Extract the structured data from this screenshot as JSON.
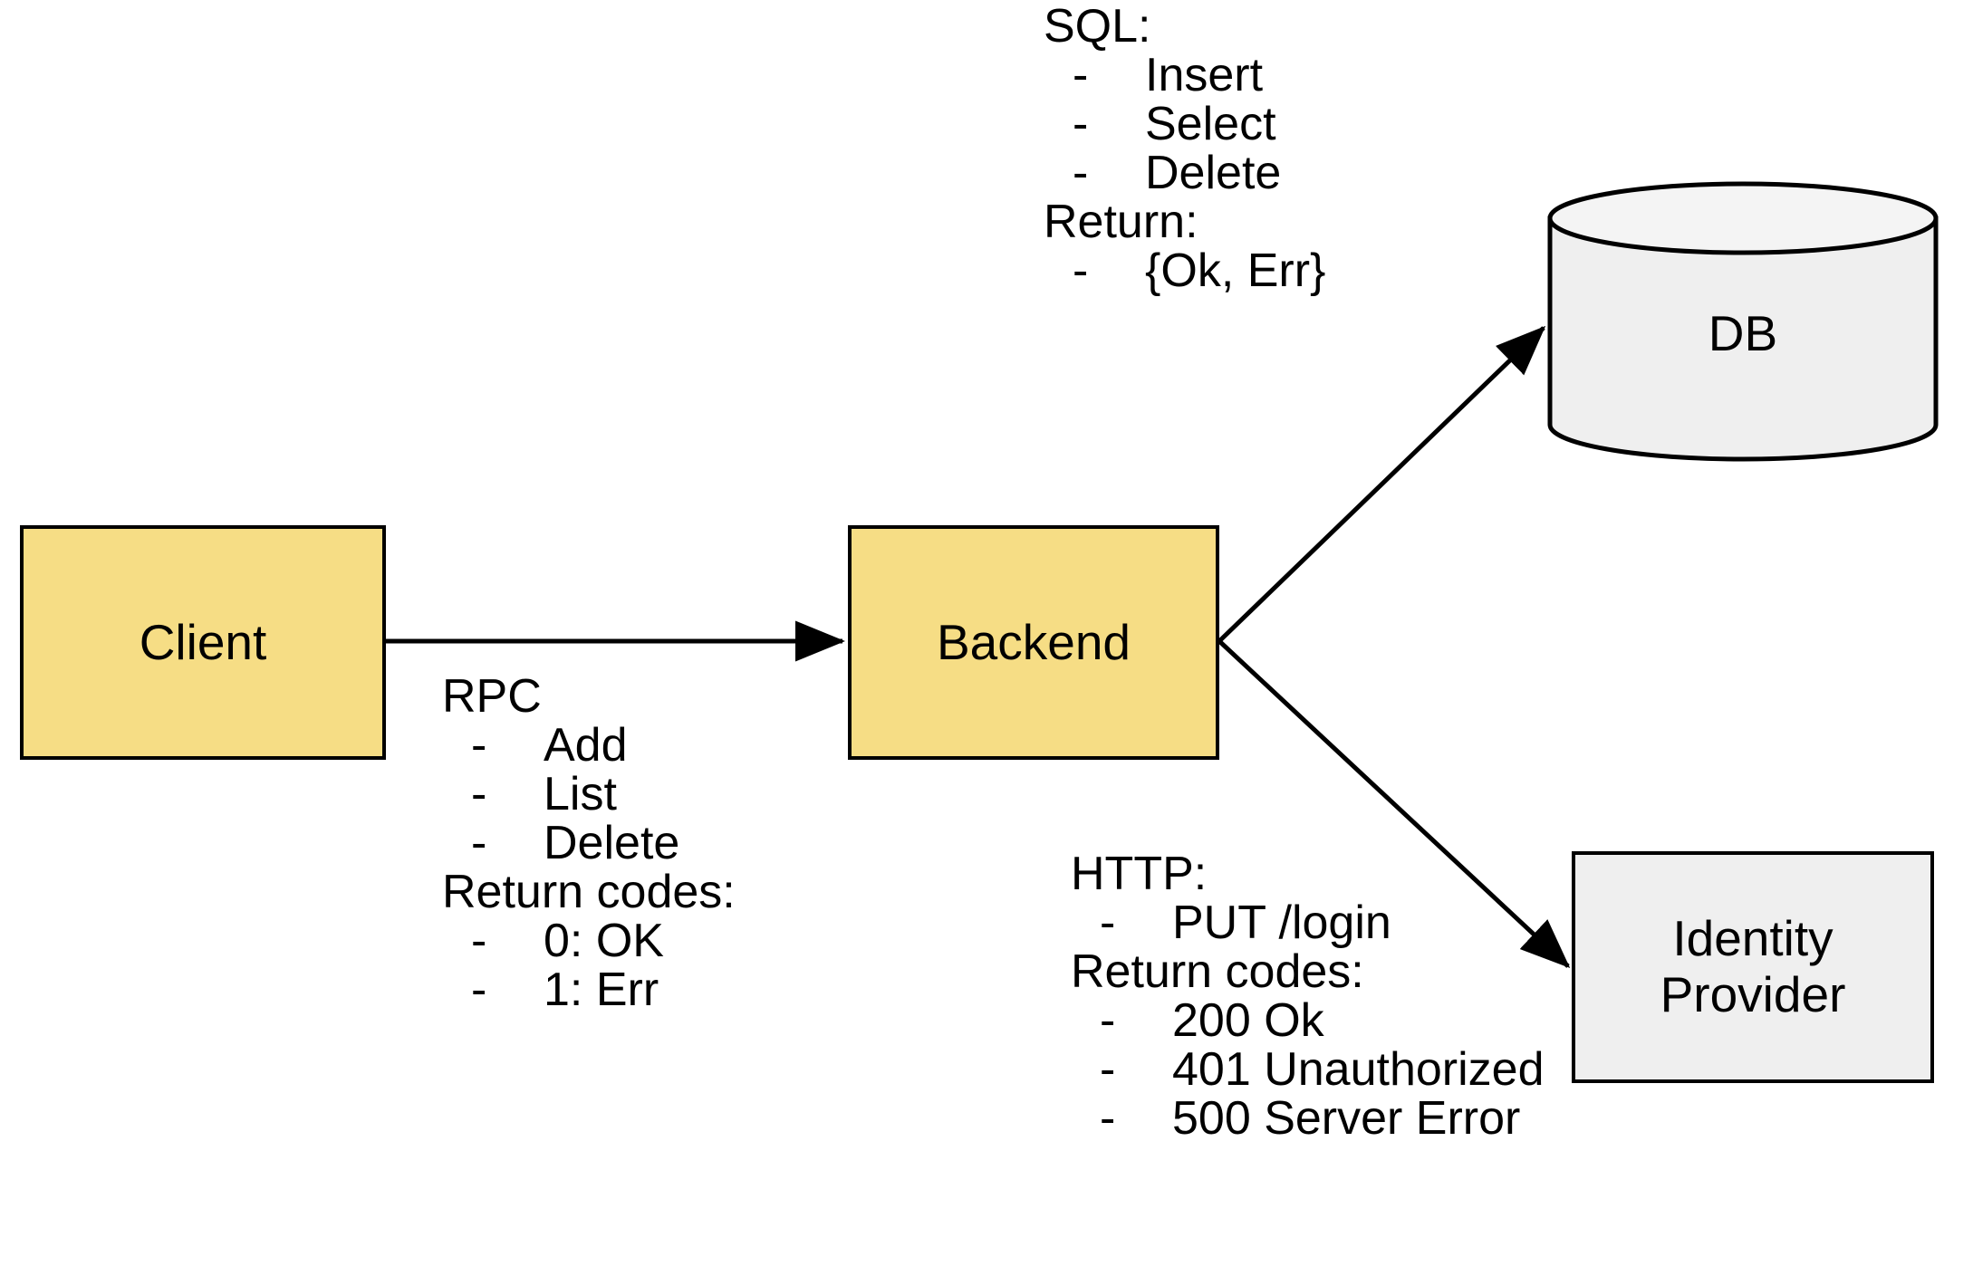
{
  "diagram": {
    "title": "Client / Backend architecture with RPC, SQL and HTTP interfaces",
    "colors": {
      "process_fill": "#f6dd85",
      "external_fill": "#efefef",
      "stroke": "#000000",
      "background": "#ffffff",
      "text": "#000000"
    }
  },
  "nodes": {
    "client": {
      "label": "Client",
      "shape": "rectangle",
      "fill": "#f6dd85"
    },
    "backend": {
      "label": "Backend",
      "shape": "rectangle",
      "fill": "#f6dd85"
    },
    "db": {
      "label": "DB",
      "shape": "cylinder",
      "fill": "#efefef"
    },
    "identity_provider": {
      "label_line1": "Identity",
      "label_line2": "Provider",
      "shape": "rectangle",
      "fill": "#efefef"
    }
  },
  "edges": {
    "client_to_backend": {
      "from": "Client",
      "to": "Backend",
      "protocol": "RPC",
      "style": "solid-arrow"
    },
    "backend_to_db": {
      "from": "Backend",
      "to": "DB",
      "protocol": "SQL",
      "style": "solid-arrow"
    },
    "backend_to_idp": {
      "from": "Backend",
      "to": "Identity Provider",
      "protocol": "HTTP",
      "style": "solid-arrow"
    }
  },
  "annotations": {
    "sql": {
      "heading": "SQL:",
      "bullet": "-",
      "items": [
        "Insert",
        "Select",
        "Delete"
      ],
      "return_heading": "Return:",
      "return_items": [
        "{Ok, Err}"
      ]
    },
    "rpc": {
      "heading": "RPC",
      "bullet": "-",
      "items": [
        "Add",
        "List",
        "Delete"
      ],
      "return_heading": "Return codes:",
      "return_items": [
        "0: OK",
        "1: Err"
      ]
    },
    "http": {
      "heading": "HTTP:",
      "bullet": "-",
      "items": [
        "PUT /login"
      ],
      "return_heading": "Return codes:",
      "return_items": [
        "200 Ok",
        "401 Unauthorized",
        "500 Server Error"
      ]
    }
  }
}
